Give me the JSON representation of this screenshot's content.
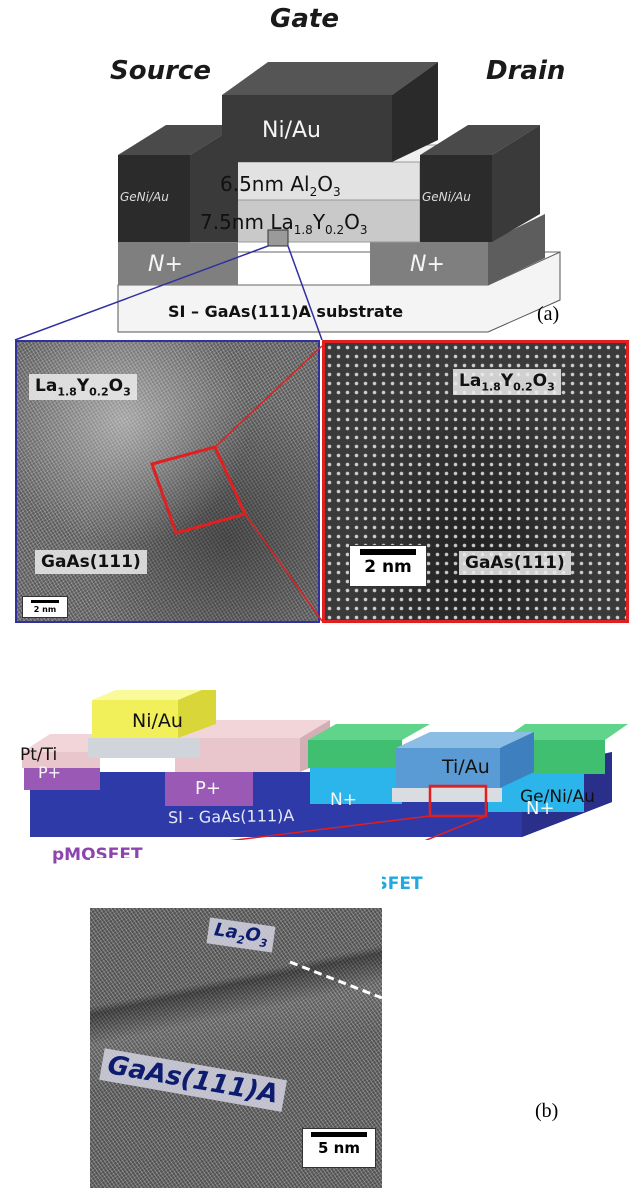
{
  "panel_a": {
    "tag": "(a)",
    "labels": {
      "gate": "Gate",
      "source": "Source",
      "drain": "Drain"
    },
    "layers": {
      "gate_metal": "Ni/Au",
      "oxide_top": "6.5nm Al",
      "oxide_top_sub": "2",
      "oxide_top_tail": "O",
      "oxide_top_sub2": "3",
      "oxide_bottom_pre": "7.5nm La",
      "oxide_bottom_sub1": "1.8",
      "oxide_bottom_mid": "Y",
      "oxide_bottom_sub2": "0.2",
      "oxide_bottom_tail": "O",
      "oxide_bottom_sub3": "3",
      "contact_left": "GeNi/Au",
      "contact_right": "GeNi/Au",
      "doped_left": "N+",
      "doped_right": "N+",
      "substrate": "SI – GaAs(111)A substrate"
    },
    "tem_left": {
      "top_label": "La",
      "top_sub1": "1.8",
      "top_mid": "Y",
      "top_sub2": "0.2",
      "top_tail": "O",
      "top_sub3": "3",
      "bottom_label": "GaAs(111)",
      "scale": "2 nm"
    },
    "tem_right": {
      "top_label": "La",
      "top_sub1": "1.8",
      "top_mid": "Y",
      "top_sub2": "0.2",
      "top_tail": "O",
      "top_sub3": "3",
      "bottom_label": "GaAs(111)",
      "scale": "2 nm"
    }
  },
  "panel_b": {
    "tag": "(b)",
    "p_contact": "Pt/Ti",
    "p_gate": "Ni/Au",
    "p_doped_left": "P+",
    "p_doped_right": "P+",
    "n_gate": "Ti/Au",
    "n_contact": "Ge/Ni/Au",
    "n_doped_left": "N+",
    "n_doped_right": "N+",
    "substrate": "SI - GaAs(111)A",
    "pmos": "pMOSFET",
    "nmos": "nMOSFET",
    "tem": {
      "top_label": "La",
      "top_sub1": "2",
      "top_tail": "O",
      "top_sub2": "3",
      "bottom_label": "GaAs(111)A",
      "scale": "5 nm"
    }
  },
  "colors": {
    "metal_dark": "#3a3a3a",
    "oxide_light": "#d9d9d9",
    "doped_gray": "#7a7a7a",
    "substrate_blue": "#2d3aa8",
    "pink": "#e9c6cb",
    "yellow": "#f2f05a",
    "green": "#3fbf6f",
    "cyan": "#2bb5ea",
    "purple": "#9b59b6",
    "gate_blue": "#5b9bd5",
    "zoom_red": "#e02020",
    "zoom_blue": "#3030a0",
    "pmos_label": "#8e44ad",
    "nmos_label": "#1fa9e0"
  }
}
